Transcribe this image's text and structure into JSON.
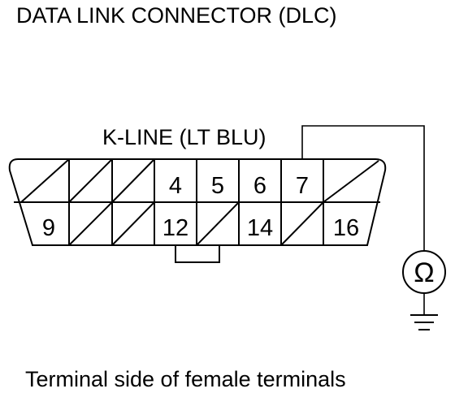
{
  "title": "DATA LINK CONNECTOR (DLC)",
  "caption": "Terminal side of female terminals",
  "connector": {
    "wire_label": "K-LINE (LT BLU)",
    "top_row": [
      "",
      "",
      "",
      "4",
      "5",
      "6",
      "7",
      ""
    ],
    "bottom_row": [
      "9",
      "",
      "",
      "12",
      "",
      "14",
      "",
      "16"
    ],
    "meter_symbol": "Ω"
  }
}
